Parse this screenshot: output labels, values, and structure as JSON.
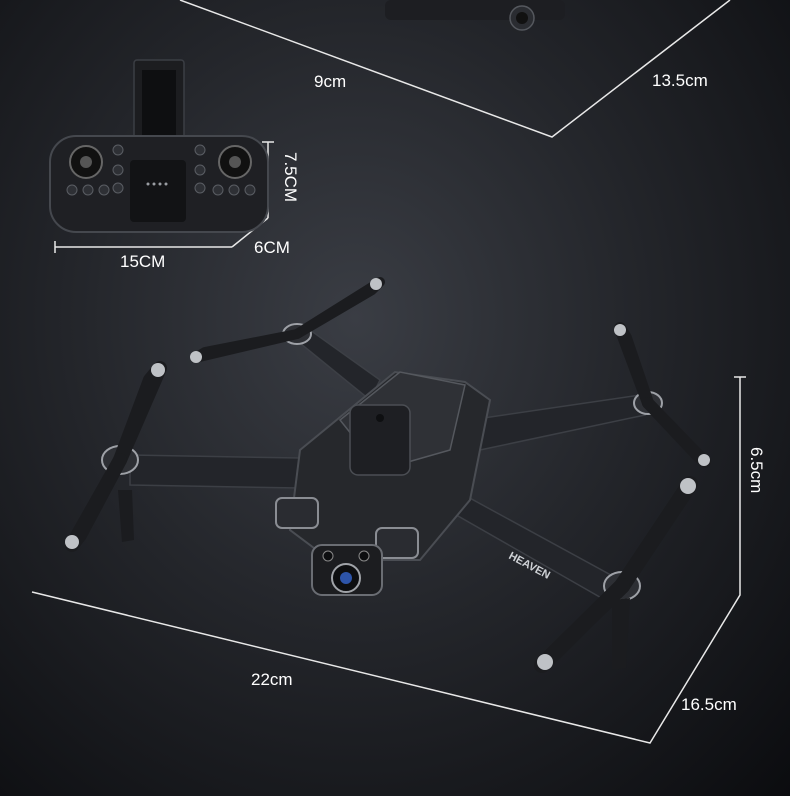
{
  "dimensions": {
    "folded_width": "9cm",
    "folded_length": "13.5cm",
    "remote_height": "7.5CM",
    "remote_depth": "6CM",
    "remote_width": "15CM",
    "drone_height": "6.5cm",
    "drone_width": "22cm",
    "drone_length": "16.5cm"
  },
  "drone": {
    "brand_label": "HEAVEN"
  },
  "colors": {
    "background": "#24262b",
    "body": "#26282c",
    "propeller": "#1b1c1f",
    "propeller_tip": "#bfc2c6",
    "line": "#e8e8e8"
  }
}
